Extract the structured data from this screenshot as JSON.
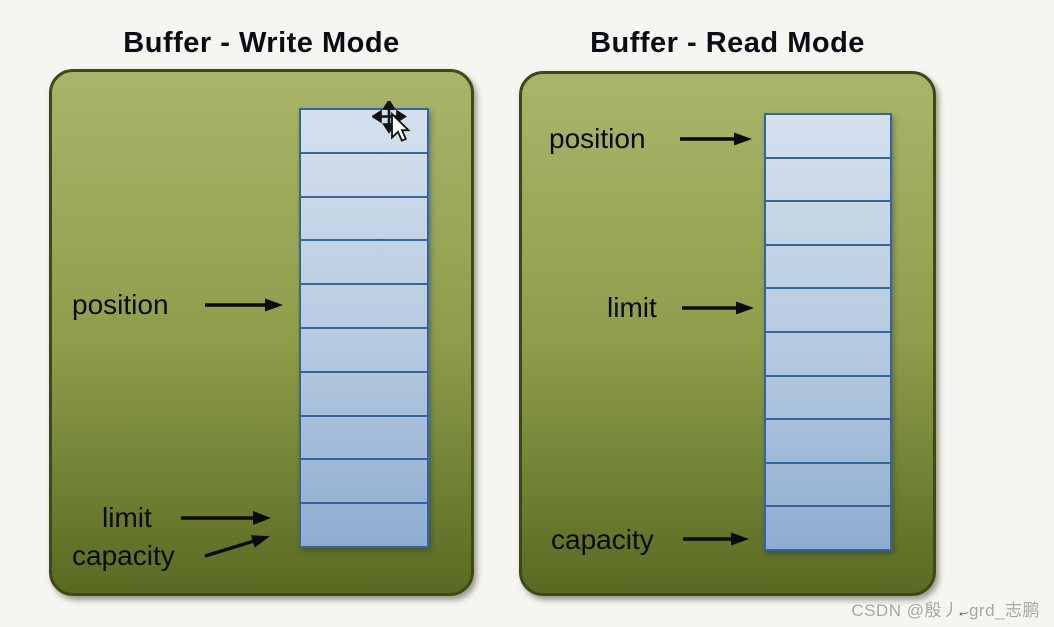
{
  "panels": [
    {
      "title": "Buffer - Write Mode",
      "cell_count": 10,
      "labels": {
        "position": {
          "text": "position",
          "points_to_cell": 5
        },
        "limit": {
          "text": "limit",
          "points_to_cell": 10
        },
        "capacity": {
          "text": "capacity",
          "points_to_cell": 10
        }
      }
    },
    {
      "title": "Buffer - Read Mode",
      "cell_count": 10,
      "labels": {
        "position": {
          "text": "position",
          "points_to_cell": 1
        },
        "limit": {
          "text": "limit",
          "points_to_cell": 5
        },
        "capacity": {
          "text": "capacity",
          "points_to_cell": 10
        }
      }
    }
  ],
  "watermark": {
    "prefix": "CSDN @殷丿",
    "suffix": "grd_志鹏",
    "cursor_glyph": "←"
  },
  "icons": {
    "top_cell_cursor": "move-cursor-with-pointer",
    "watermark_cursor": "left-arrow-cursor"
  },
  "colors": {
    "bg": "#f6f5f1",
    "panelTop": "#a9b56a",
    "panelMid": "#8e9d4b",
    "panelBottom": "#596a22",
    "panelBorder": "#3e4a13",
    "cellTop": "#d5e0ed",
    "cellMid": "#b5c9df",
    "cellBottom": "#8eadd2",
    "cellBorder": "#36659b",
    "ink": "#0b0b0b",
    "titleInk": "#0a0d14",
    "watermark": "#a6a5a1"
  }
}
